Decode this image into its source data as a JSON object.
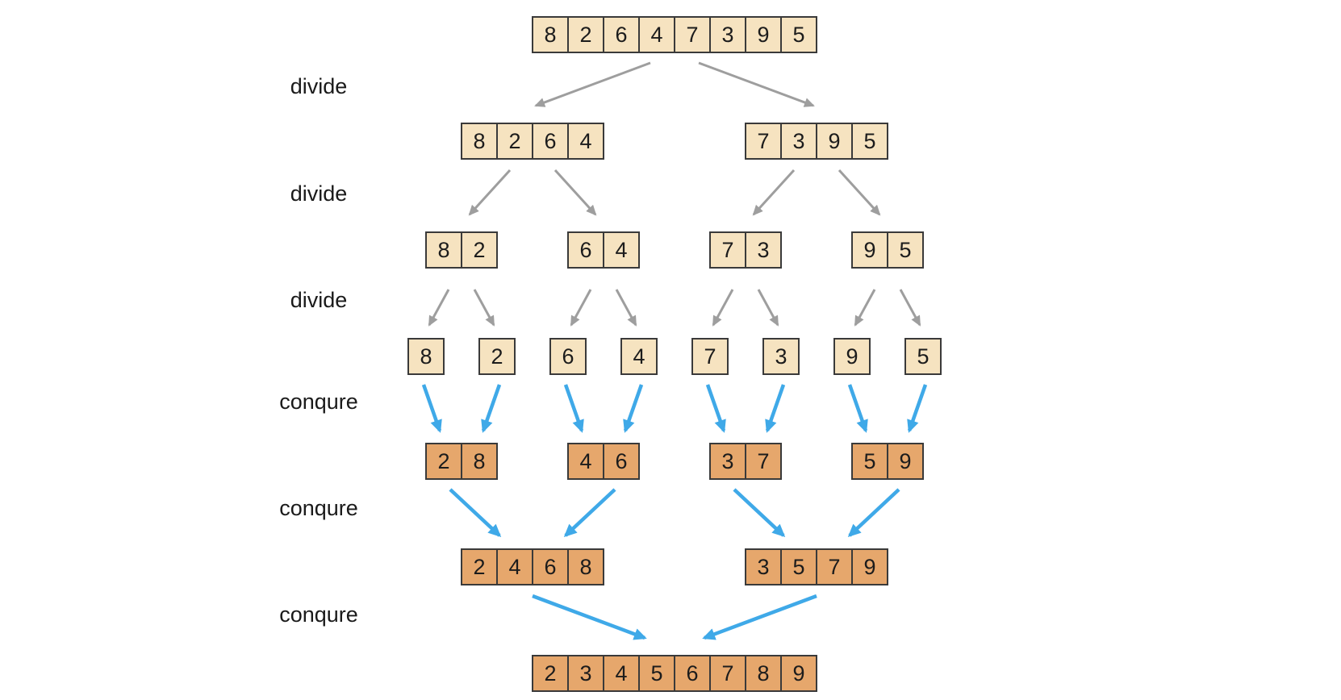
{
  "diagram": {
    "side_labels": [
      "divide",
      "divide",
      "divide",
      "conqure",
      "conqure",
      "conqure"
    ],
    "levels": [
      {
        "state": "unsorted",
        "arrays": [
          [
            8,
            2,
            6,
            4,
            7,
            3,
            9,
            5
          ]
        ]
      },
      {
        "state": "unsorted",
        "arrays": [
          [
            8,
            2,
            6,
            4
          ],
          [
            7,
            3,
            9,
            5
          ]
        ]
      },
      {
        "state": "unsorted",
        "arrays": [
          [
            8,
            2
          ],
          [
            6,
            4
          ],
          [
            7,
            3
          ],
          [
            9,
            5
          ]
        ]
      },
      {
        "state": "unsorted",
        "arrays": [
          [
            8
          ],
          [
            2
          ],
          [
            6
          ],
          [
            4
          ],
          [
            7
          ],
          [
            3
          ],
          [
            9
          ],
          [
            5
          ]
        ]
      },
      {
        "state": "sorted",
        "arrays": [
          [
            2,
            8
          ],
          [
            4,
            6
          ],
          [
            3,
            7
          ],
          [
            5,
            9
          ]
        ]
      },
      {
        "state": "sorted",
        "arrays": [
          [
            2,
            4,
            6,
            8
          ],
          [
            3,
            5,
            7,
            9
          ]
        ]
      },
      {
        "state": "sorted",
        "arrays": [
          [
            2,
            3,
            4,
            5,
            6,
            7,
            8,
            9
          ]
        ]
      }
    ],
    "colors": {
      "unsorted_cell_fill": "#f6e3c0",
      "sorted_cell_fill": "#e6a76c",
      "cell_border": "#3a3a3a",
      "divide_arrow": "#9e9e9e",
      "conquer_arrow": "#3fa9e8",
      "label_text": "#1a1a1a",
      "background": "#ffffff"
    }
  }
}
